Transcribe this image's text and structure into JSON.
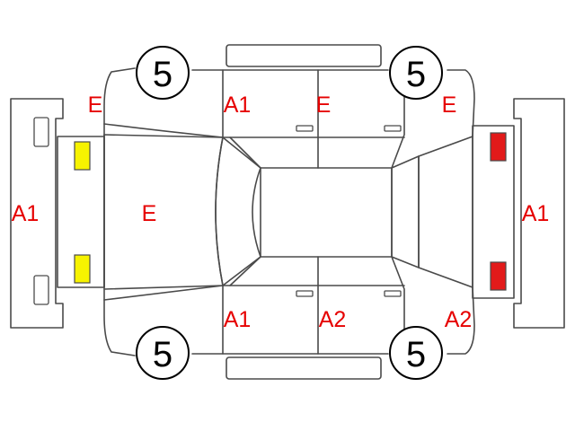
{
  "tires": {
    "front_left": "5",
    "front_right": "5",
    "rear_left": "5",
    "rear_right": "5"
  },
  "codes": {
    "left_end": "A1",
    "front_left_fender": "E",
    "front_left_door": "A1",
    "rear_left_door": "E",
    "rear_left_fender": "E",
    "hood": "E",
    "right_end": "A1",
    "front_right_door": "A1",
    "rear_right_door": "A2",
    "rear_right_fender": "A2"
  },
  "colors": {
    "code_text": "#e60000",
    "front_lamps": "#f7f300",
    "rear_lamps": "#e21a1a",
    "outline": "#4a4a4a"
  }
}
